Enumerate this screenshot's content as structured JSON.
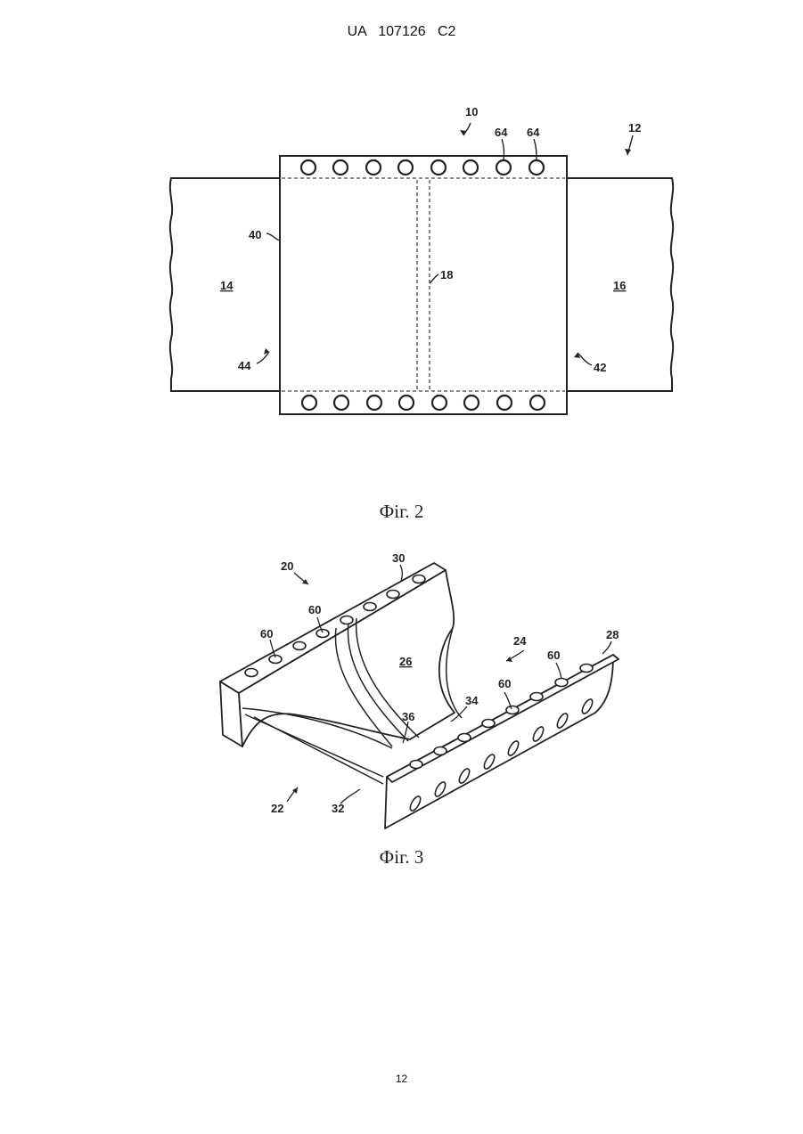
{
  "header": {
    "text": "UA   107126   C2"
  },
  "figure2": {
    "caption": "Фіг. 2",
    "labels": {
      "assembly": "10",
      "row": "12",
      "hole_a": "64",
      "hole_b": "64",
      "left_panel": "14",
      "right_panel": "16",
      "divider": "18",
      "edge_left": "40",
      "left_side": "44",
      "right_side": "42"
    }
  },
  "figure3": {
    "caption": "Фіг. 3",
    "labels": {
      "body": "20",
      "top_bar": "30",
      "hole_1": "60",
      "hole_2": "60",
      "front_body": "22",
      "channel_right": "24",
      "floor": "26",
      "side_bar": "28",
      "hole_3": "60",
      "hole_4": "60",
      "edge_34": "34",
      "groove": "36",
      "edge_32": "32"
    }
  },
  "footer": {
    "page_number": "12"
  }
}
